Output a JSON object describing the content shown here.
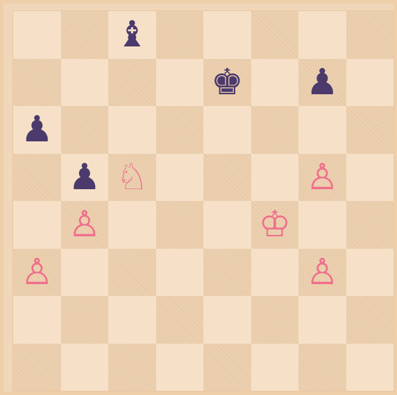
{
  "board": {
    "files": [
      "a",
      "b",
      "c",
      "d",
      "e",
      "f",
      "g",
      "h"
    ],
    "ranks": [
      "8",
      "7",
      "6",
      "5",
      "4",
      "3",
      "2",
      "1"
    ],
    "colors": {
      "light_square": "#f6e1c8",
      "dark_square": "#ecd1b1",
      "black_piece": "#4b3a6b",
      "white_piece": "#f06e8c"
    },
    "pieces": [
      {
        "square": "c8",
        "type": "bishop",
        "color": "black",
        "glyph": "♝"
      },
      {
        "square": "e7",
        "type": "king",
        "color": "black",
        "glyph": "♚"
      },
      {
        "square": "g7",
        "type": "pawn",
        "color": "black",
        "glyph": "♟"
      },
      {
        "square": "a6",
        "type": "pawn",
        "color": "black",
        "glyph": "♟"
      },
      {
        "square": "b5",
        "type": "pawn",
        "color": "black",
        "glyph": "♟"
      },
      {
        "square": "c5",
        "type": "knight",
        "color": "white",
        "glyph": "♘"
      },
      {
        "square": "g5",
        "type": "pawn",
        "color": "white",
        "glyph": "♙"
      },
      {
        "square": "b4",
        "type": "pawn",
        "color": "white",
        "glyph": "♙"
      },
      {
        "square": "f4",
        "type": "king",
        "color": "white",
        "glyph": "♔"
      },
      {
        "square": "a3",
        "type": "pawn",
        "color": "white",
        "glyph": "♙"
      },
      {
        "square": "g3",
        "type": "pawn",
        "color": "white",
        "glyph": "♙"
      }
    ]
  }
}
